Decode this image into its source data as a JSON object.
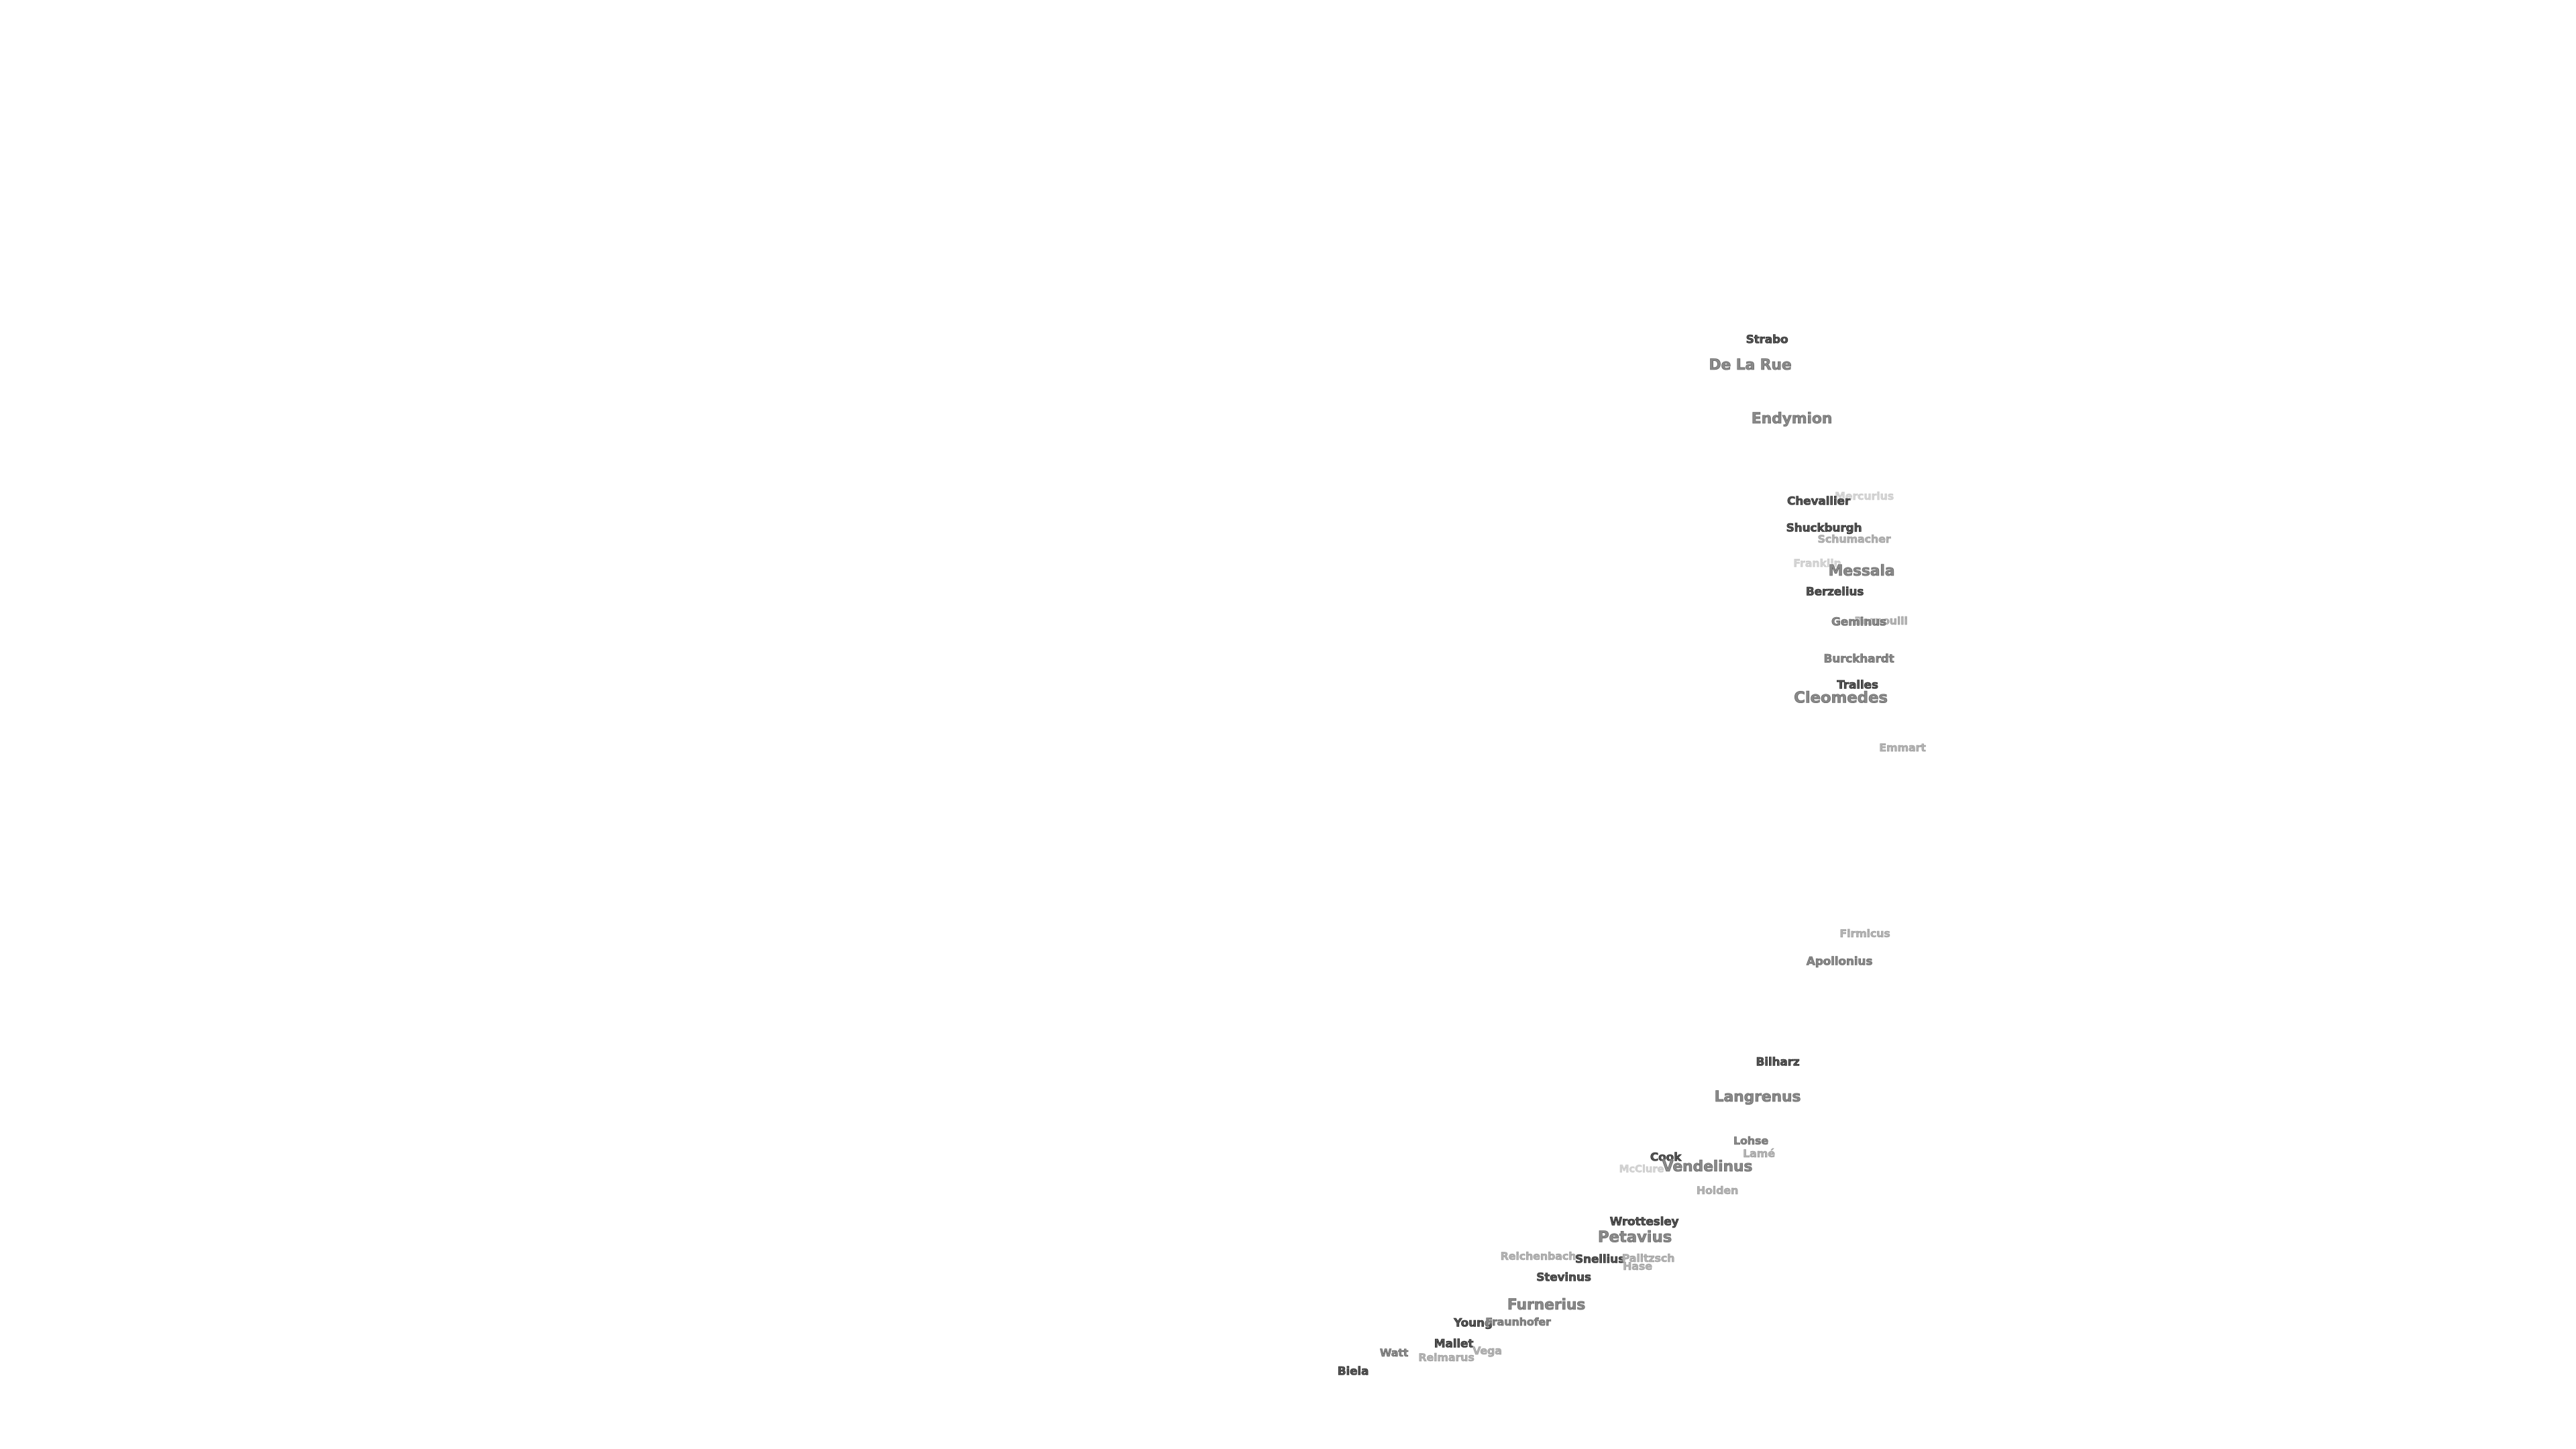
{
  "map": {
    "labels": [
      {
        "id": "strabo",
        "name": "Strabo",
        "tone": "s-dark"
      },
      {
        "id": "de-la-rue",
        "name": "De La Rue",
        "tone": "s-mid"
      },
      {
        "id": "endymion",
        "name": "Endymion",
        "tone": "s-mid"
      },
      {
        "id": "mercurius",
        "name": "Mercurius",
        "tone": "s-faint"
      },
      {
        "id": "chevallier",
        "name": "Chevallier",
        "tone": "s-dark"
      },
      {
        "id": "shuckburgh",
        "name": "Shuckburgh",
        "tone": "s-dark"
      },
      {
        "id": "schumacher",
        "name": "Schumacher",
        "tone": "s-light"
      },
      {
        "id": "franklin",
        "name": "Franklin",
        "tone": "s-faint"
      },
      {
        "id": "messala",
        "name": "Messala",
        "tone": "s-mid"
      },
      {
        "id": "berzelius",
        "name": "Berzelius",
        "tone": "s-dark"
      },
      {
        "id": "bernoulli",
        "name": "Bernoulli",
        "tone": "s-light"
      },
      {
        "id": "geminus",
        "name": "Geminus",
        "tone": "s-mid"
      },
      {
        "id": "burckhardt",
        "name": "Burckhardt",
        "tone": "s-mid"
      },
      {
        "id": "tralles",
        "name": "Tralles",
        "tone": "s-dark"
      },
      {
        "id": "cleomedes",
        "name": "Cleomedes",
        "tone": "s-mid"
      },
      {
        "id": "emmart",
        "name": "Emmart",
        "tone": "s-light"
      },
      {
        "id": "firmicus",
        "name": "Firmicus",
        "tone": "s-light"
      },
      {
        "id": "apollonius",
        "name": "Apollonius",
        "tone": "s-mid"
      },
      {
        "id": "bilharz",
        "name": "Bilharz",
        "tone": "s-dark"
      },
      {
        "id": "langrenus",
        "name": "Langrenus",
        "tone": "s-mid"
      },
      {
        "id": "lohse",
        "name": "Lohse",
        "tone": "s-mid"
      },
      {
        "id": "lame",
        "name": "Lamé",
        "tone": "s-light"
      },
      {
        "id": "cook",
        "name": "Cook",
        "tone": "s-dark"
      },
      {
        "id": "vendelinus",
        "name": "Vendelinus",
        "tone": "s-mid"
      },
      {
        "id": "mclaughlin",
        "name": "McClure",
        "tone": "s-faint"
      },
      {
        "id": "holden",
        "name": "Holden",
        "tone": "s-light"
      },
      {
        "id": "wrottesley",
        "name": "Wrottesley",
        "tone": "s-dark"
      },
      {
        "id": "petavius",
        "name": "Petavius",
        "tone": "s-mid"
      },
      {
        "id": "reichenbach",
        "name": "Reichenbach",
        "tone": "s-light"
      },
      {
        "id": "snellius",
        "name": "Snellius",
        "tone": "s-dark"
      },
      {
        "id": "palitzsch",
        "name": "Palitzsch",
        "tone": "s-light"
      },
      {
        "id": "hase",
        "name": "Hase",
        "tone": "s-light"
      },
      {
        "id": "stevinus",
        "name": "Stevinus",
        "tone": "s-dark"
      },
      {
        "id": "furnerius",
        "name": "Furnerius",
        "tone": "s-mid"
      },
      {
        "id": "young",
        "name": "Young",
        "tone": "s-dark"
      },
      {
        "id": "fraunhofer",
        "name": "Fraunhofer",
        "tone": "s-mid"
      },
      {
        "id": "mallet",
        "name": "Mallet",
        "tone": "s-dark"
      },
      {
        "id": "vega",
        "name": "Vega",
        "tone": "s-light"
      },
      {
        "id": "watt",
        "name": "Watt",
        "tone": "s-mid"
      },
      {
        "id": "reimarus",
        "name": "Reimarus",
        "tone": "s-light"
      },
      {
        "id": "biela",
        "name": "Biela",
        "tone": "s-dark"
      }
    ]
  }
}
